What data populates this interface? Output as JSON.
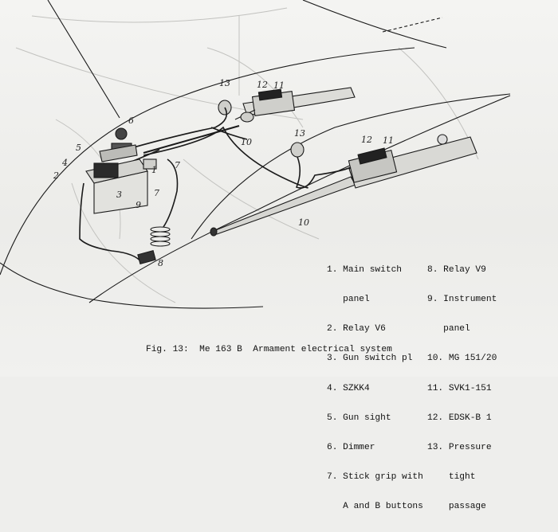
{
  "caption": "Fig. 13:  Me 163 B  Armament electrical system",
  "callouts": {
    "c1": "1",
    "c2": "2",
    "c3": "3",
    "c4": "4",
    "c5": "5",
    "c6": "6",
    "c7a": "7",
    "c7b": "7",
    "c8": "8",
    "c9": "9",
    "c10a": "10",
    "c10b": "10",
    "c11a": "11",
    "c11b": "11",
    "c12a": "12",
    "c12b": "12",
    "c13a": "13",
    "c13b": "13"
  },
  "legend_left": [
    "1. Main switch",
    "   panel",
    "2. Relay V6",
    "3. Gun switch pl",
    "4. SZKK4",
    "5. Gun sight",
    "6. Dimmer",
    "7. Stick grip with",
    "   A and B buttons"
  ],
  "legend_right": [
    "8. Relay V9",
    "9. Instrument",
    "   panel",
    "10. MG 151/20",
    "11. SVK1-151",
    "12. EDSK-B 1",
    "13. Pressure",
    "    tight",
    "    passage"
  ],
  "colors": {
    "ink": "#1a1a1a",
    "faint": "#b9b9b6",
    "paper": "#eeeeec"
  }
}
